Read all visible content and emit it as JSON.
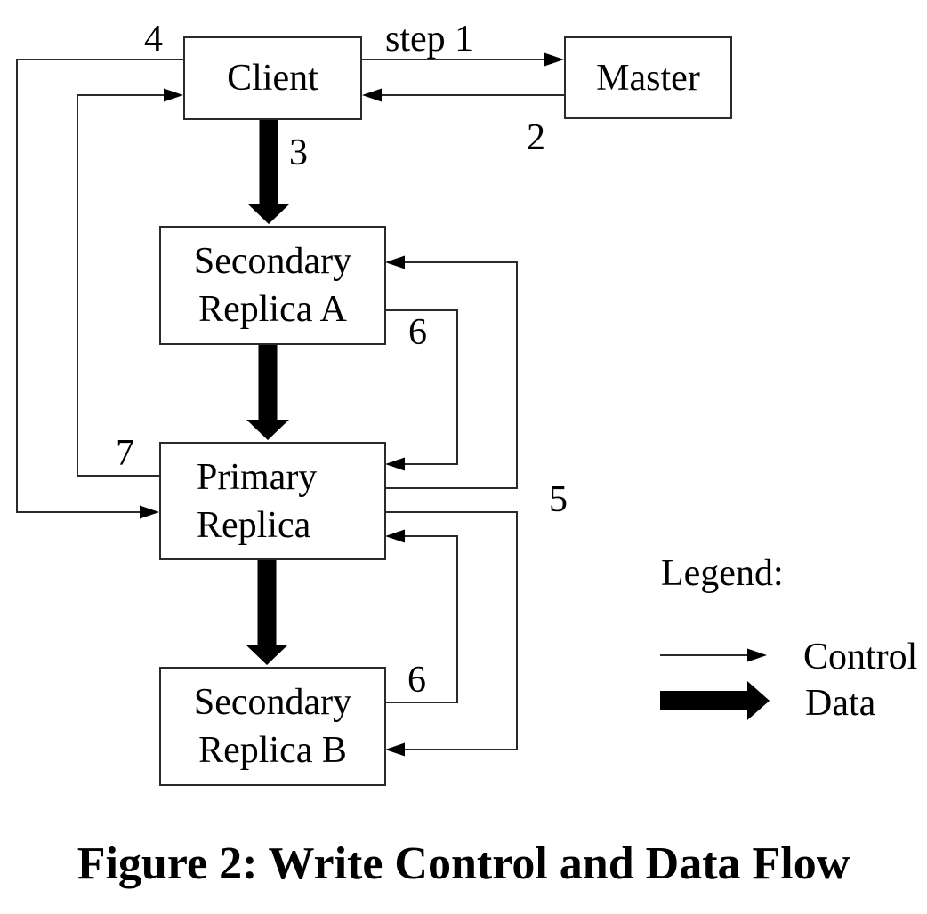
{
  "figure": {
    "caption": "Figure 2:  Write Control and Data Flow"
  },
  "nodes": {
    "client": {
      "label": "Client"
    },
    "master": {
      "label": "Master"
    },
    "secondary_a": {
      "line1": "Secondary",
      "line2": "Replica A"
    },
    "primary": {
      "line1": "Primary",
      "line2": "Replica"
    },
    "secondary_b": {
      "line1": "Secondary",
      "line2": "Replica B"
    }
  },
  "edge_labels": {
    "step1": "step 1",
    "step2": "2",
    "step3": "3",
    "step4": "4",
    "step5": "5",
    "step6_upper": "6",
    "step6_lower": "6",
    "step7": "7"
  },
  "legend": {
    "title": "Legend:",
    "control_label": "Control",
    "data_label": "Data"
  },
  "icons": {
    "control": "thin-arrow-right-icon",
    "data": "thick-arrow-right-icon"
  },
  "colors": {
    "background": "#ffffff",
    "line": "#2a2a2a",
    "arrow_fill": "#000000",
    "text": "#000000"
  }
}
